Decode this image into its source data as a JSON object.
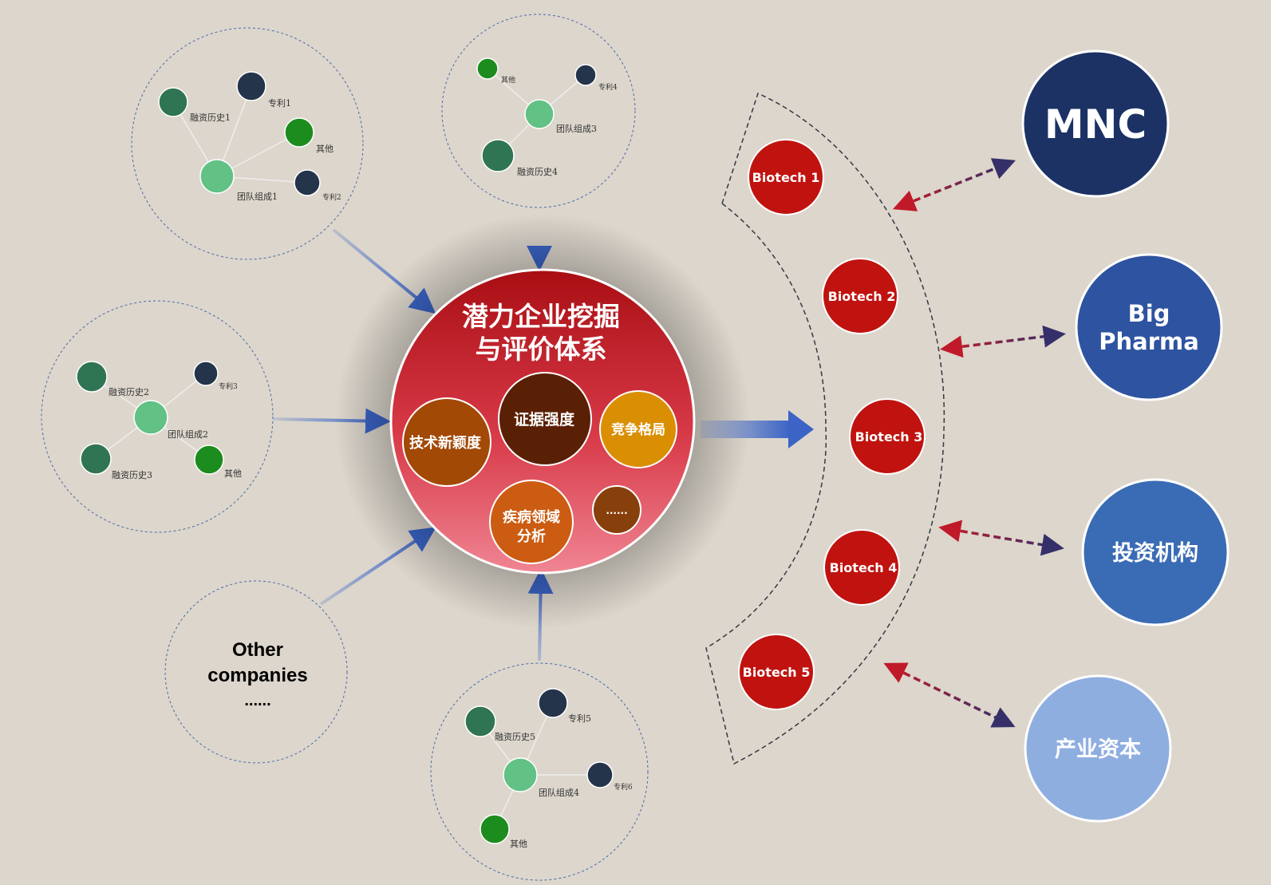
{
  "clusters": [
    {
      "nodes": [
        "融资历史1",
        "专利1",
        "其他",
        "团队组成1",
        "专利2"
      ]
    },
    {
      "nodes": [
        "其他",
        "专利4",
        "团队组成3",
        "融资历史4"
      ]
    },
    {
      "nodes": [
        "融资历史2",
        "专利3",
        "团队组成2",
        "融资历史3",
        "其他"
      ]
    },
    {
      "nodes": [
        "融资历史5",
        "专利5",
        "团队组成4",
        "专利6",
        "其他"
      ]
    }
  ],
  "other_companies": {
    "line1": "Other",
    "line2": "companies",
    "line3": "......"
  },
  "center": {
    "title_line1": "潜力企业挖掘",
    "title_line2": "与评价体系",
    "items": [
      "技术新颖度",
      "证据强度",
      "竞争格局",
      "疾病领域",
      "分析",
      "......"
    ]
  },
  "biotechs": [
    "Biotech 1",
    "Biotech 2",
    "Biotech 3",
    "Biotech 4",
    "Biotech 5"
  ],
  "partners": {
    "mnc": "MNC",
    "big_pharma_1": "Big",
    "big_pharma_2": "Pharma",
    "investors": "投资机构",
    "industrial_capital": "产业资本"
  },
  "colors": {
    "background": "#dcd6cc",
    "biotech": "#c0130f",
    "mnc": "#1c3265",
    "big_pharma": "#2e53a0",
    "investors": "#3a6cb5",
    "industrial_capital": "#8faee0",
    "node_team": "#62c184",
    "node_finance": "#2f7453",
    "node_patent": "#24344a",
    "node_other": "#1c8c1e"
  }
}
